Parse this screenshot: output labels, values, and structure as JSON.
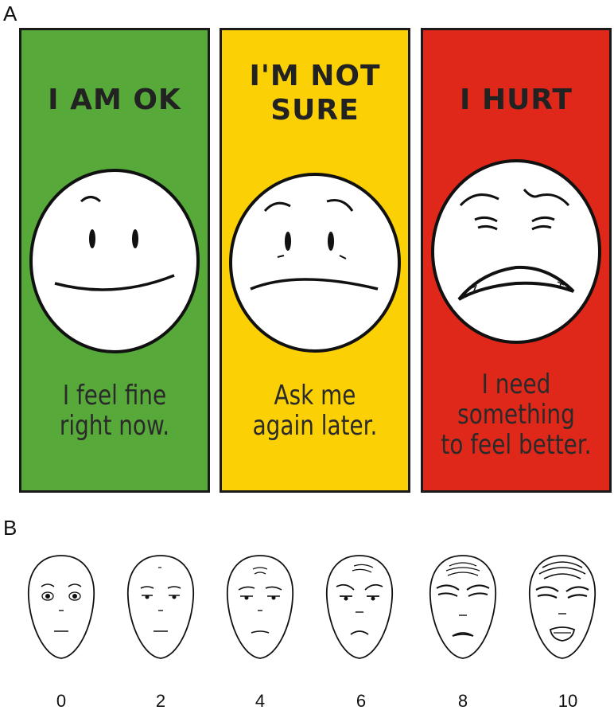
{
  "panel_labels": {
    "a": "A",
    "b": "B"
  },
  "panels": [
    {
      "heading": "I AM OK",
      "caption": [
        "I feel fine",
        "right now."
      ],
      "color": "#57a93a"
    },
    {
      "heading_lines": [
        "I'M NOT",
        "SURE"
      ],
      "caption": [
        "Ask me",
        "again later."
      ],
      "color": "#fbd105"
    },
    {
      "heading": "I HURT",
      "caption": [
        "I need",
        "something",
        "to feel better."
      ],
      "color": "#e0281a"
    }
  ],
  "scale": {
    "values": [
      "0",
      "2",
      "4",
      "6",
      "8",
      "10"
    ]
  }
}
